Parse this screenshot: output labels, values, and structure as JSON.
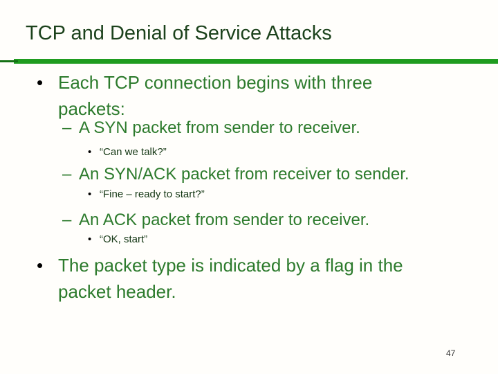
{
  "slide": {
    "title": "TCP and Denial of Service Attacks",
    "page_number": "47",
    "colors": {
      "background": "#fffefb",
      "title_text": "#1c421c",
      "body_text": "#2d7b2d",
      "quote_text": "#133613",
      "rule_bright_green": "#1f9c1f",
      "rule_dark_green": "#147014",
      "bullet_dot": "#000000",
      "page_number_text": "#333333"
    },
    "items": [
      {
        "marker": "•",
        "lines": [
          "Each TCP connection begins with three",
          "packets:"
        ]
      },
      {
        "marker": "–",
        "lines": [
          "A SYN packet from sender to receiver."
        ]
      },
      {
        "marker": "•",
        "lines": [
          "“Can we talk?”"
        ]
      },
      {
        "marker": "–",
        "lines": [
          "An SYN/ACK packet from receiver to sender."
        ]
      },
      {
        "marker": "•",
        "lines": [
          "“Fine – ready to start?”"
        ]
      },
      {
        "marker": "–",
        "lines": [
          "An ACK packet from sender to receiver."
        ]
      },
      {
        "marker": "•",
        "lines": [
          "“OK, start”"
        ]
      },
      {
        "marker": "•",
        "lines": [
          "The packet type is indicated by a flag in the",
          "packet header."
        ]
      }
    ]
  }
}
